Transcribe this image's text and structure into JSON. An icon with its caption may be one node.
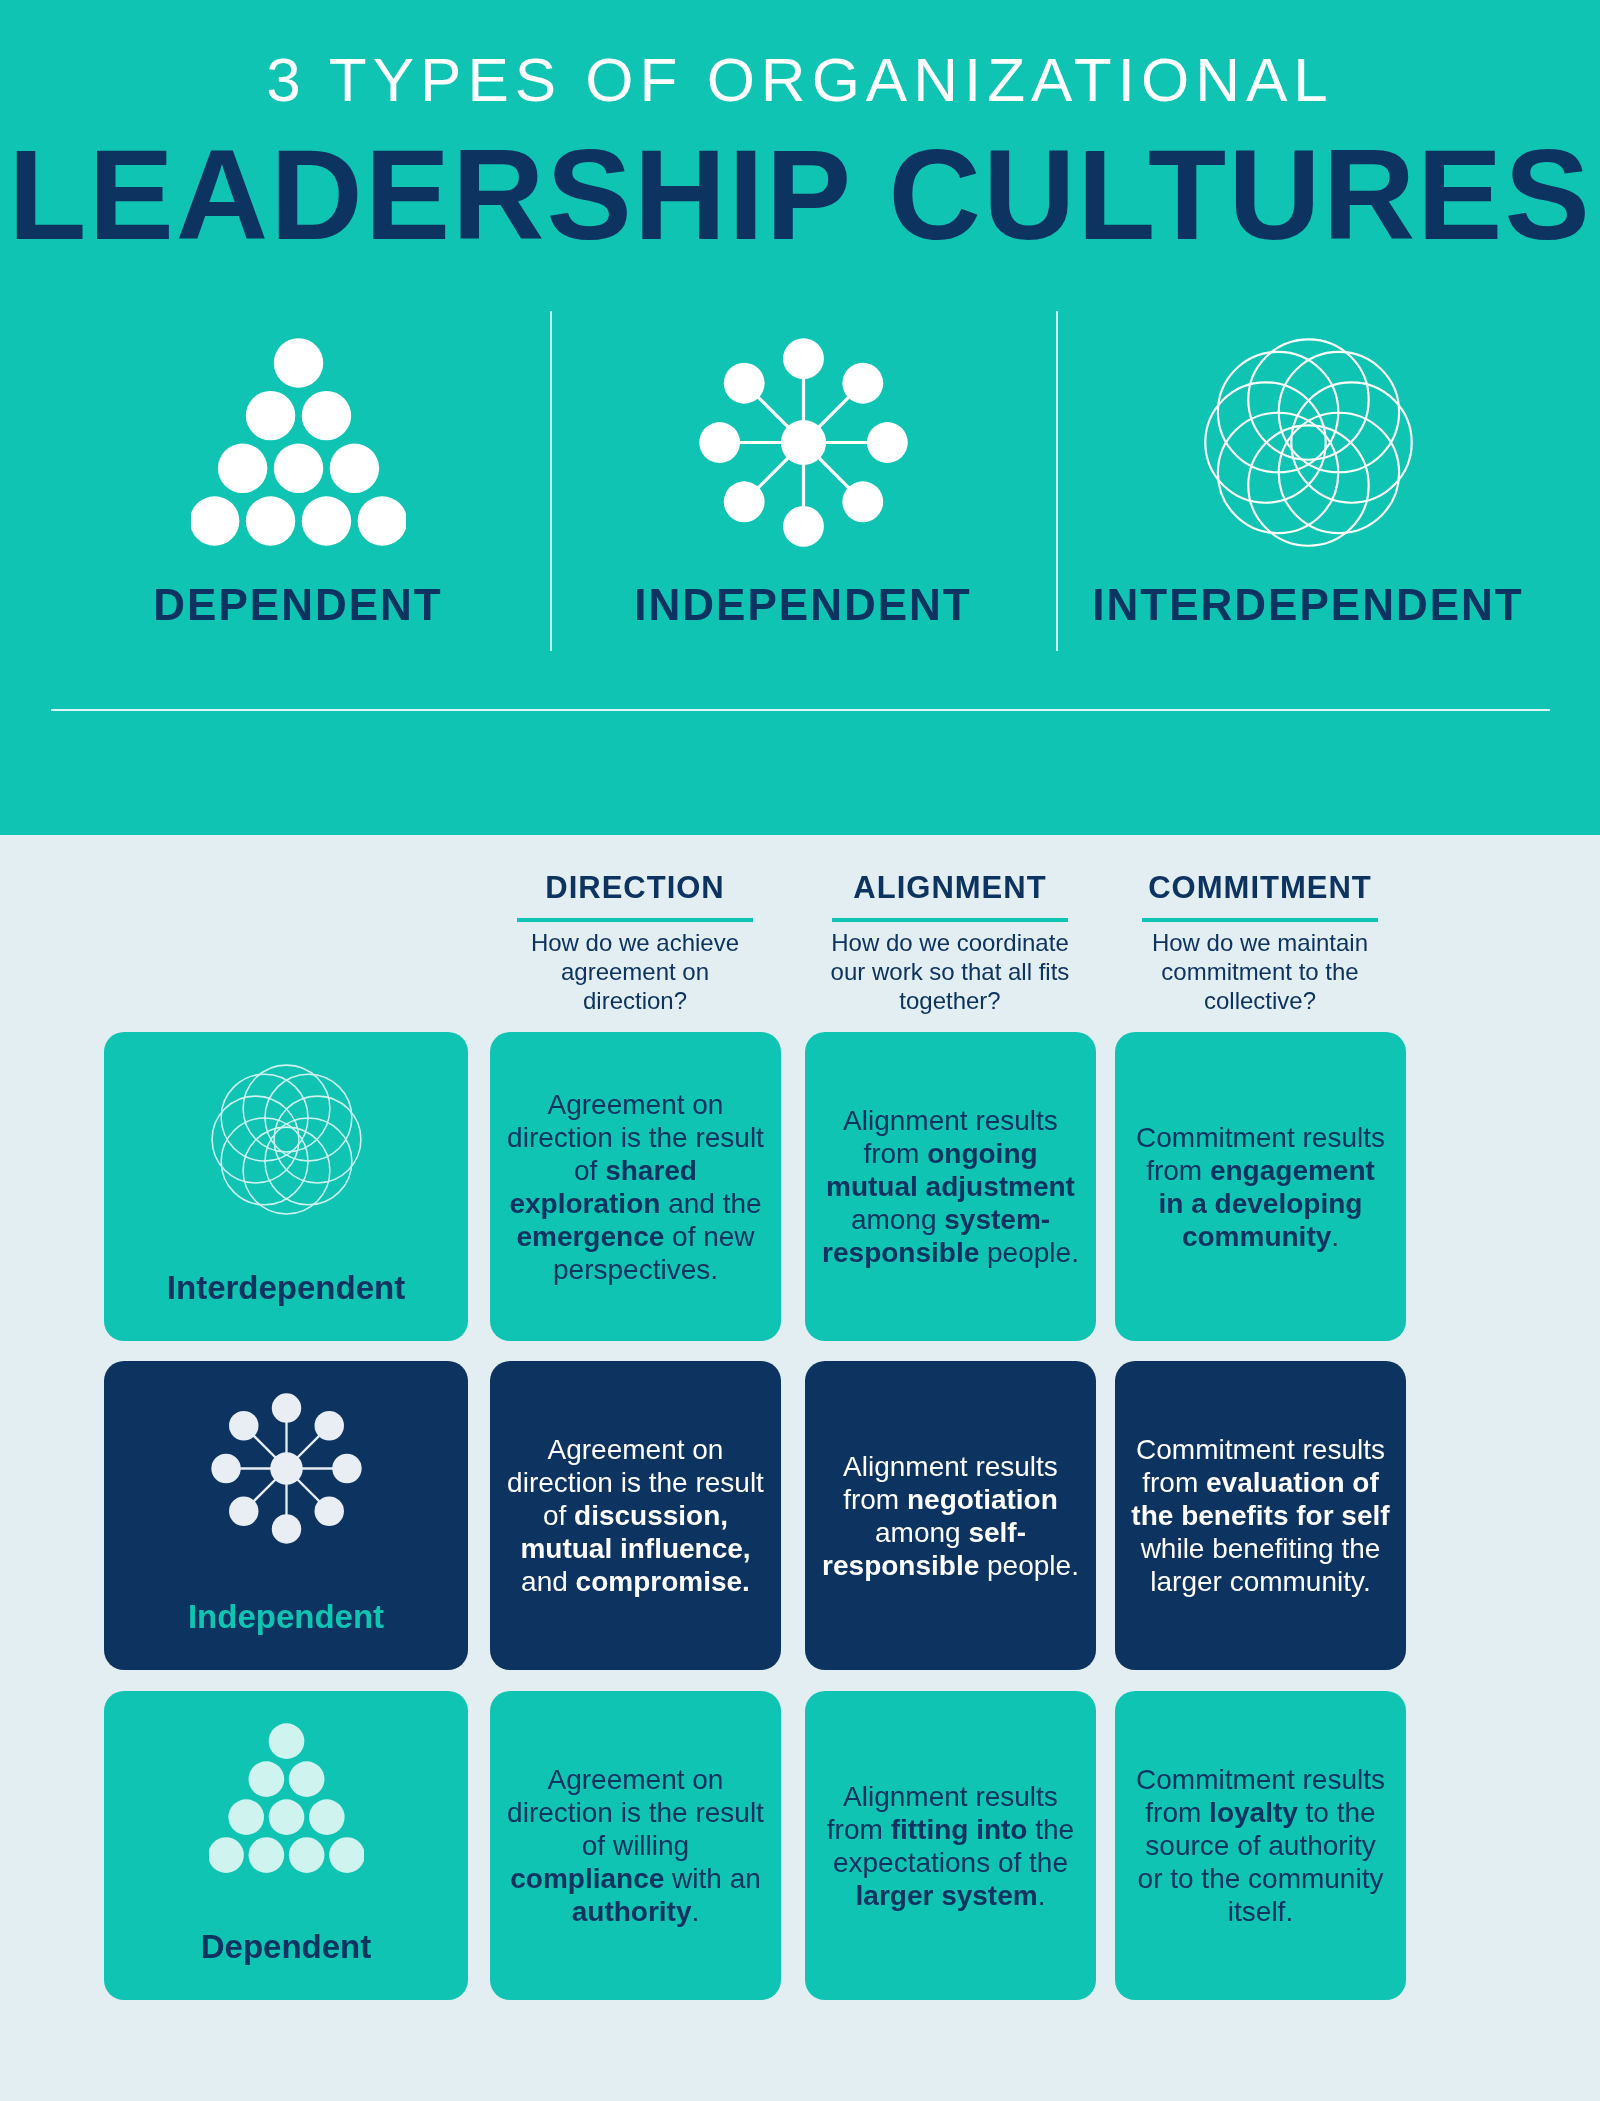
{
  "diagram": {
    "title": "3 TYPES OF ORGANIZATIONAL LEADERSHIP CULTURES",
    "nodes": [
      {
        "text": [
          "Interdependent"
        ]
      },
      {
        "text": [
          "Agreement on direction is the result of **shared exploration** and the **emergence** of new perspectives."
        ]
      },
      {
        "text": [
          "Alignment results from **ongoing mutual adjustment** among **system-responsible** people."
        ]
      },
      {
        "text": [
          "Commitment results from **engagement in a developing community**."
        ]
      },
      {
        "text": [
          "Independent"
        ]
      },
      {
        "text": [
          "Agreement on direction is the result of **discussion, mutual influence,** and **compromise.**"
        ]
      },
      {
        "text": [
          "Alignment results from **negotiation** among **self-responsible** people."
        ]
      },
      {
        "text": [
          "Commitment results from **evaluation of the benefits for self** while benefiting the larger community."
        ]
      },
      {
        "text": [
          "Dependent"
        ]
      },
      {
        "text": [
          "Agreement on direction is the result of willing **compliance** with an **authority**."
        ]
      },
      {
        "text": [
          "Alignment results from **fitting into** the expectations of the **larger system**."
        ]
      },
      {
        "text": [
          "Commitment results from **loyalty** to the source of authority or to the community itself."
        ]
      }
    ],
    "edges": [],
    "labels": [
      "DEPENDENT",
      "INDEPENDENT",
      "INTERDEPENDENT",
      "DIRECTION",
      "How do we achieve agreement on direction?",
      "ALIGNMENT",
      "How do we coordinate our work so that all fits together?",
      "COMMITMENT",
      "How do we maintain commitment to the collective?"
    ]
  }
}
